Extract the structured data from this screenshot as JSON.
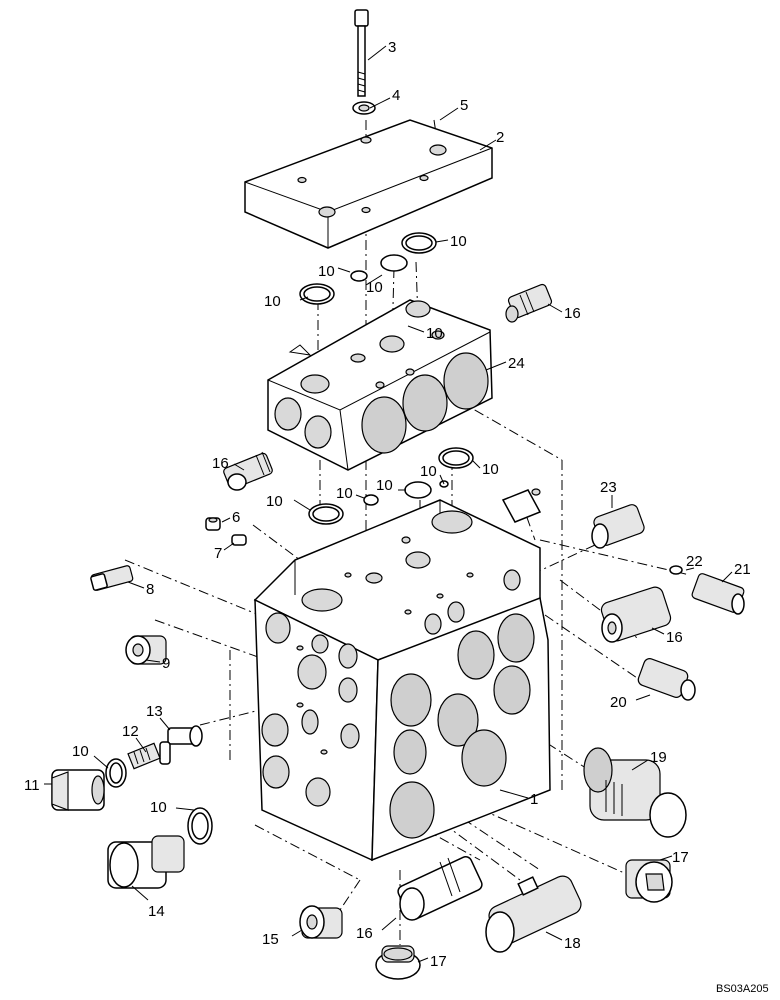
{
  "diagram": {
    "drawing_code": "BS03A205",
    "callouts": [
      {
        "id": "c3",
        "text": "3"
      },
      {
        "id": "c4",
        "text": "4"
      },
      {
        "id": "c5",
        "text": "5"
      },
      {
        "id": "c2",
        "text": "2"
      },
      {
        "id": "c10a",
        "text": "10"
      },
      {
        "id": "c10b",
        "text": "10"
      },
      {
        "id": "c10c",
        "text": "10"
      },
      {
        "id": "c10d",
        "text": "10"
      },
      {
        "id": "c10e",
        "text": "10"
      },
      {
        "id": "c16a",
        "text": "16"
      },
      {
        "id": "c24",
        "text": "24"
      },
      {
        "id": "c16b",
        "text": "16"
      },
      {
        "id": "c10f",
        "text": "10"
      },
      {
        "id": "c10g",
        "text": "10"
      },
      {
        "id": "c10h",
        "text": "10"
      },
      {
        "id": "c10i",
        "text": "10"
      },
      {
        "id": "c10j",
        "text": "10"
      },
      {
        "id": "c6",
        "text": "6"
      },
      {
        "id": "c7",
        "text": "7"
      },
      {
        "id": "c23",
        "text": "23"
      },
      {
        "id": "c8",
        "text": "8"
      },
      {
        "id": "c22",
        "text": "22"
      },
      {
        "id": "c21",
        "text": "21"
      },
      {
        "id": "c16c",
        "text": "16"
      },
      {
        "id": "c9",
        "text": "9"
      },
      {
        "id": "c20",
        "text": "20"
      },
      {
        "id": "c13",
        "text": "13"
      },
      {
        "id": "c12",
        "text": "12"
      },
      {
        "id": "c19",
        "text": "19"
      },
      {
        "id": "c10k",
        "text": "10"
      },
      {
        "id": "c11",
        "text": "11"
      },
      {
        "id": "c1",
        "text": "1"
      },
      {
        "id": "c10l",
        "text": "10"
      },
      {
        "id": "c17a",
        "text": "17"
      },
      {
        "id": "c14",
        "text": "14"
      },
      {
        "id": "c15",
        "text": "15"
      },
      {
        "id": "c16d",
        "text": "16"
      },
      {
        "id": "c18",
        "text": "18"
      },
      {
        "id": "c17b",
        "text": "17"
      }
    ]
  }
}
